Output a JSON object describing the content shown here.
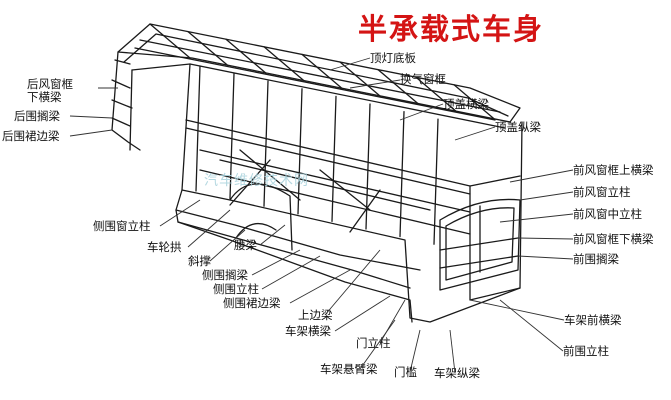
{
  "title": "半承载式车身",
  "watermark": "汽车维修技术网",
  "labels": {
    "rear_window_lower_beam": "后风窗框\n下横梁",
    "rear_shelf_beam": "后围搁梁",
    "rear_skirt_beam": "后围裙边梁",
    "roof_light_floor": "顶灯底板",
    "vent_window_frame": "换气窗框",
    "roof_cross_beam": "顶盖横梁",
    "roof_long_beam": "顶盖纵梁",
    "front_window_upper_beam": "前风窗框上横梁",
    "front_window_pillar": "前风窗立柱",
    "front_window_mid_pillar": "前风窗中立柱",
    "front_window_lower_beam": "前风窗框下横梁",
    "front_shelf_beam": "前围搁梁",
    "side_window_pillar": "侧围窗立柱",
    "wheel_arch": "车轮拱",
    "diagonal_brace": "斜撑",
    "waist_beam": "腰梁",
    "side_shelf_beam": "侧围搁梁",
    "side_pillar": "侧围立柱",
    "side_skirt_beam": "侧围裙边梁",
    "upper_side_beam": "上边梁",
    "frame_cross_beam": "车架横梁",
    "door_pillar": "门立柱",
    "frame_front_cross_beam": "车架前横梁",
    "front_pillar": "前围立柱",
    "frame_cantilever_beam": "车架悬臂梁",
    "door_sill": "门槛",
    "frame_long_beam": "车架纵梁"
  }
}
